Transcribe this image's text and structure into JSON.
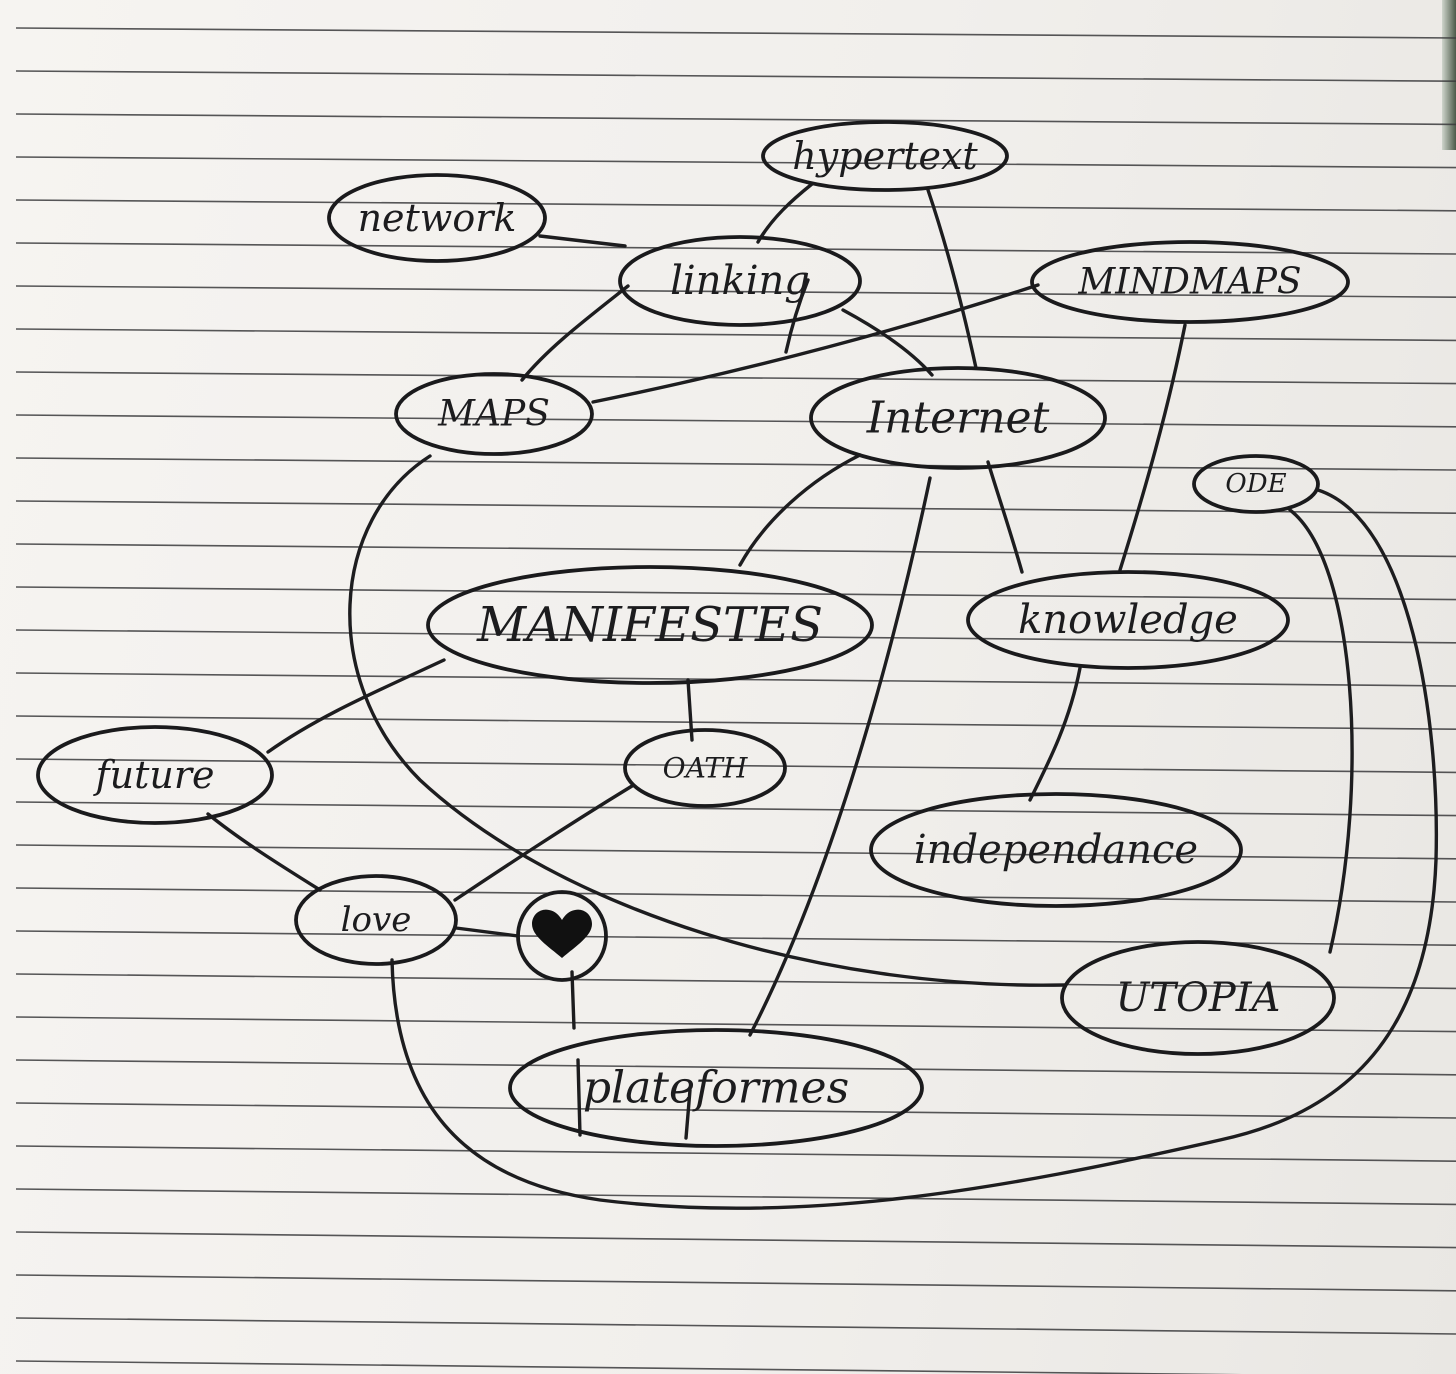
{
  "colors": {
    "paper": "#f3f1ee",
    "ink": "#1a1a1c",
    "rule": "#3a3a3c"
  },
  "nodes": {
    "hypertext": {
      "label": "hypertext"
    },
    "network": {
      "label": "network"
    },
    "linking": {
      "label": "linking"
    },
    "mindmaps": {
      "label": "MINDMAPS"
    },
    "maps": {
      "label": "MAPS"
    },
    "internet": {
      "label": "Internet"
    },
    "ode": {
      "label": "ODE"
    },
    "manifestes": {
      "label": "MANIFESTES"
    },
    "knowledge": {
      "label": "knowledge"
    },
    "future": {
      "label": "future"
    },
    "oath": {
      "label": "OATH"
    },
    "independance": {
      "label": "independance"
    },
    "love": {
      "label": "love"
    },
    "heart": {
      "label": "",
      "icon": "heart-icon"
    },
    "utopia": {
      "label": "UTOPIA"
    },
    "plateformes": {
      "label": "plateformes"
    }
  },
  "edges": [
    [
      "network",
      "linking"
    ],
    [
      "hypertext",
      "linking"
    ],
    [
      "hypertext",
      "internet"
    ],
    [
      "linking",
      "maps"
    ],
    [
      "linking",
      "internet"
    ],
    [
      "mindmaps",
      "maps"
    ],
    [
      "mindmaps",
      "knowledge"
    ],
    [
      "internet",
      "manifestes"
    ],
    [
      "internet",
      "knowledge"
    ],
    [
      "internet",
      "plateformes"
    ],
    [
      "maps",
      "utopia"
    ],
    [
      "manifestes",
      "future"
    ],
    [
      "manifestes",
      "oath"
    ],
    [
      "knowledge",
      "independance"
    ],
    [
      "future",
      "love"
    ],
    [
      "oath",
      "love"
    ],
    [
      "love",
      "heart"
    ],
    [
      "heart",
      "plateformes"
    ],
    [
      "ode",
      "utopia"
    ],
    [
      "ode",
      "love"
    ]
  ]
}
